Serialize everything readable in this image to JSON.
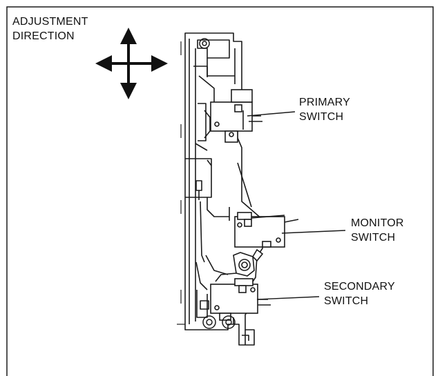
{
  "colors": {
    "line": "#1a1a1a",
    "background": "#ffffff"
  },
  "adjustment": {
    "line1": "ADJUSTMENT",
    "line2": "DIRECTION",
    "icon": "four-way-arrow-icon"
  },
  "labels": {
    "primary": {
      "line1": "PRIMARY",
      "line2": "SWITCH"
    },
    "monitor": {
      "line1": "MONITOR",
      "line2": "SWITCH"
    },
    "secondary": {
      "line1": "SECONDARY",
      "line2": "SWITCH"
    }
  }
}
